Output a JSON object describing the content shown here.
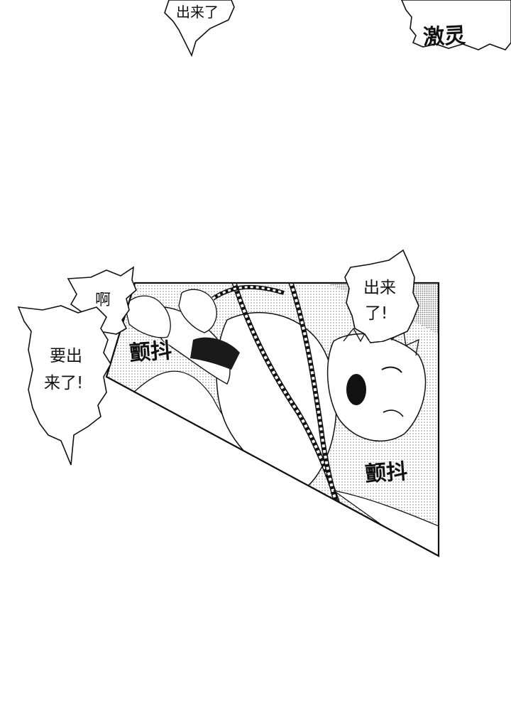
{
  "bubbles": {
    "top_center": "出来了",
    "left_small": "啊",
    "left_large_line1": "要出",
    "left_large_line2": "来了!",
    "right_line1": "出来",
    "right_line2": "了!"
  },
  "sfx": {
    "top_right": "激灵",
    "tremble_left": "颤抖",
    "tremble_right": "颤抖"
  },
  "colors": {
    "ink": "#111111",
    "paper": "#ffffff",
    "tone": "#9a9a9a"
  }
}
